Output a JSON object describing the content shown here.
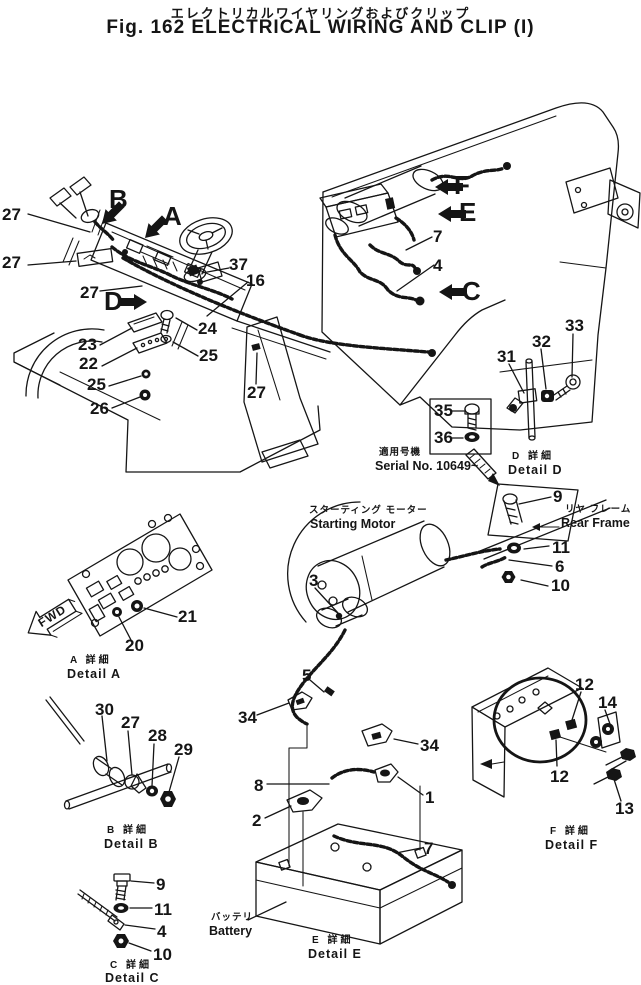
{
  "header": {
    "title_ja": "エレクトリカルワイヤリングおよびクリップ",
    "title_en": "Fig. 162 ELECTRICAL WIRING AND CLIP (I)"
  },
  "views": [
    {
      "label": "B"
    },
    {
      "label": "A"
    },
    {
      "label": "D"
    },
    {
      "label": "F"
    },
    {
      "label": "E"
    },
    {
      "label": "C"
    }
  ],
  "callouts": [
    {
      "text": "27"
    },
    {
      "text": "27"
    },
    {
      "text": "27"
    },
    {
      "text": "37"
    },
    {
      "text": "16"
    },
    {
      "text": "7"
    },
    {
      "text": "4"
    },
    {
      "text": "23"
    },
    {
      "text": "22"
    },
    {
      "text": "25"
    },
    {
      "text": "26"
    },
    {
      "text": "24"
    },
    {
      "text": "25"
    },
    {
      "text": "27"
    },
    {
      "text": "31"
    },
    {
      "text": "32"
    },
    {
      "text": "33"
    },
    {
      "text": "35"
    },
    {
      "text": "36"
    },
    {
      "text": "9"
    },
    {
      "text": "11"
    },
    {
      "text": "6"
    },
    {
      "text": "10"
    },
    {
      "text": "3"
    },
    {
      "text": "5"
    },
    {
      "text": "34"
    },
    {
      "text": "34"
    },
    {
      "text": "8"
    },
    {
      "text": "1"
    },
    {
      "text": "2"
    },
    {
      "text": "7"
    },
    {
      "text": "20"
    },
    {
      "text": "21"
    },
    {
      "text": "30"
    },
    {
      "text": "27"
    },
    {
      "text": "28"
    },
    {
      "text": "29"
    },
    {
      "text": "9"
    },
    {
      "text": "11"
    },
    {
      "text": "4"
    },
    {
      "text": "10"
    },
    {
      "text": "12"
    },
    {
      "text": "14"
    },
    {
      "text": "12"
    },
    {
      "text": "13"
    }
  ],
  "annotations": {
    "serial_ja": "適用号機",
    "serial_en": "Serial No. 10649~",
    "starting_motor_ja": "スターティング モーター",
    "starting_motor_en": "Starting Motor",
    "rear_frame_ja": "リヤ  フレーム",
    "rear_frame_en": "Rear Frame",
    "battery_ja": "バッテリ",
    "battery_en": "Battery",
    "fwd": "FWD"
  },
  "details": {
    "a": {
      "ja": "A 詳細",
      "en": "Detail A"
    },
    "b": {
      "ja": "B 詳細",
      "en": "Detail B"
    },
    "c": {
      "ja": "C 詳細",
      "en": "Detail C"
    },
    "d": {
      "ja": "D 詳細",
      "en": "Detail D"
    },
    "e": {
      "ja": "E 詳細",
      "en": "Detail E"
    },
    "f": {
      "ja": "F 詳細",
      "en": "Detail F"
    }
  },
  "colors": {
    "ink": "#151515",
    "paper": "#ffffff"
  }
}
